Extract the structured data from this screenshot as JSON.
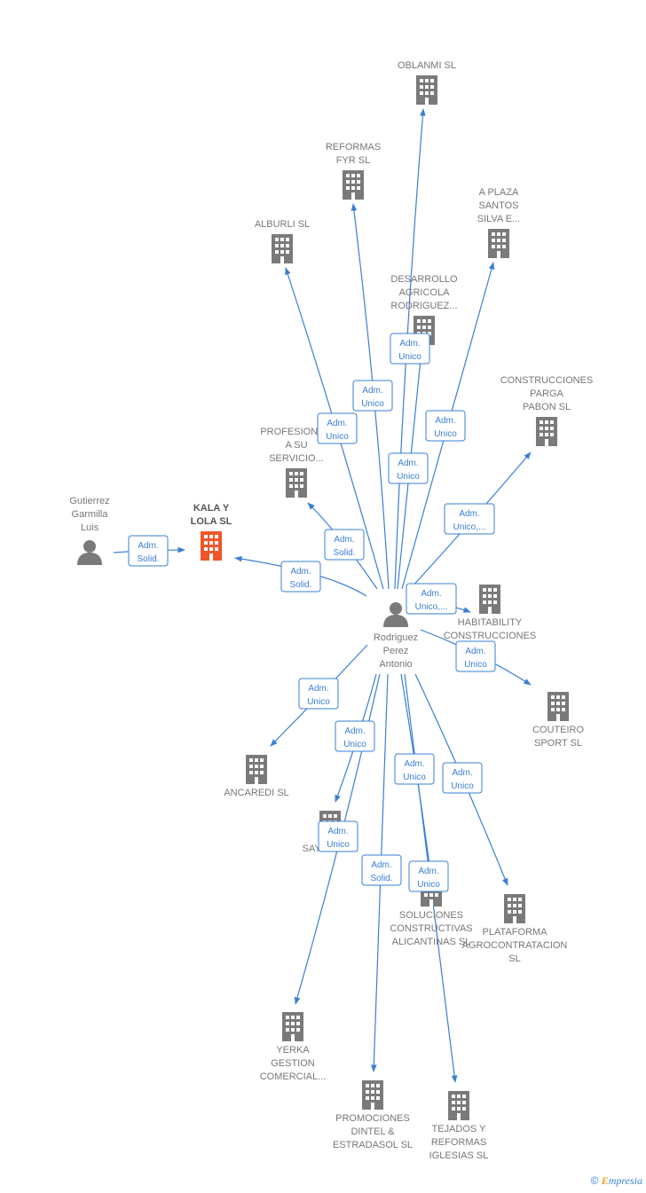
{
  "colors": {
    "edge": "#3a7fd5",
    "building": "#7a7a7a",
    "building_main": "#f0562a",
    "person": "#7a7a7a",
    "text": "#777777"
  },
  "nodes": [
    {
      "id": "oblanmi",
      "type": "company",
      "lines": [
        "OBLANMI  SL"
      ]
    },
    {
      "id": "reformas-fyr",
      "type": "company",
      "lines": [
        "REFORMAS",
        "FYR  SL"
      ]
    },
    {
      "id": "a-plaza",
      "type": "company",
      "lines": [
        "A PLAZA",
        "SANTOS",
        "SILVA E..."
      ]
    },
    {
      "id": "alburli",
      "type": "company",
      "lines": [
        "ALBURLI  SL"
      ]
    },
    {
      "id": "desarrollo",
      "type": "company",
      "lines": [
        "DESARROLLO",
        "AGRICOLA",
        "RODRIGUEZ..."
      ]
    },
    {
      "id": "construcciones-parga",
      "type": "company",
      "lines": [
        "CONSTRUCCIONES",
        "PARGA",
        "PABON SL"
      ]
    },
    {
      "id": "profesiona",
      "type": "company",
      "lines": [
        "PROFESIONA...",
        "A SU",
        "SERVICIO..."
      ]
    },
    {
      "id": "gutierrez",
      "type": "person",
      "lines": [
        "Gutierrez",
        "Garmilla",
        "Luis"
      ]
    },
    {
      "id": "kala-y-lola",
      "type": "company-main",
      "lines": [
        "KALA Y",
        "LOLA  SL"
      ]
    },
    {
      "id": "habitability",
      "type": "company",
      "lines": [
        "HABITABILITY",
        "CONSTRUCCIONES"
      ]
    },
    {
      "id": "rodriguez",
      "type": "person",
      "lines": [
        "Rodriguez",
        "Perez",
        "Antonio"
      ]
    },
    {
      "id": "couteiro",
      "type": "company",
      "lines": [
        "COUTEIRO",
        "SPORT  SL"
      ]
    },
    {
      "id": "ancaredi",
      "type": "company",
      "lines": [
        "ANCAREDI  SL"
      ]
    },
    {
      "id": "sayedia",
      "type": "company",
      "lines": [
        "SAYEDIA  SL"
      ]
    },
    {
      "id": "soluciones",
      "type": "company",
      "lines": [
        "SOLUCIONES",
        "CONSTRUCTIVAS",
        "ALICANTINAS SL"
      ]
    },
    {
      "id": "plataforma",
      "type": "company",
      "lines": [
        "PLATAFORMA",
        "AGROCONTRATACION",
        "SL"
      ]
    },
    {
      "id": "yerka",
      "type": "company",
      "lines": [
        "YERKA",
        "GESTION",
        "COMERCIAL..."
      ]
    },
    {
      "id": "promociones",
      "type": "company",
      "lines": [
        "PROMOCIONES",
        "DINTEL &",
        "ESTRADASOL SL"
      ]
    },
    {
      "id": "tejados",
      "type": "company",
      "lines": [
        "TEJADOS Y",
        "REFORMAS",
        "IGLESIAS  SL"
      ]
    }
  ],
  "edges": [
    {
      "from": "gutierrez",
      "to": "kala-y-lola",
      "label": [
        "Adm.",
        "Solid."
      ]
    },
    {
      "from": "rodriguez",
      "to": "kala-y-lola",
      "label": [
        "Adm.",
        "Solid."
      ]
    },
    {
      "from": "rodriguez",
      "to": "profesiona",
      "label": [
        "Adm.",
        "Solid."
      ]
    },
    {
      "from": "rodriguez",
      "to": "alburli",
      "label": [
        "Adm.",
        "Unico"
      ]
    },
    {
      "from": "rodriguez",
      "to": "reformas-fyr",
      "label": [
        "Adm.",
        "Unico"
      ]
    },
    {
      "from": "rodriguez",
      "to": "oblanmi",
      "label": [
        "Adm.",
        "Unico"
      ]
    },
    {
      "from": "rodriguez",
      "to": "desarrollo",
      "label": [
        "Adm.",
        "Unico"
      ]
    },
    {
      "from": "rodriguez",
      "to": "a-plaza",
      "label": [
        "Adm.",
        "Unico"
      ]
    },
    {
      "from": "rodriguez",
      "to": "construcciones-parga",
      "label": [
        "Adm.",
        "Unico,..."
      ]
    },
    {
      "from": "rodriguez",
      "to": "habitability",
      "label": [
        "Adm.",
        "Unico,..."
      ]
    },
    {
      "from": "rodriguez",
      "to": "couteiro",
      "label": [
        "Adm.",
        "Unico"
      ]
    },
    {
      "from": "rodriguez",
      "to": "ancaredi",
      "label": [
        "Adm.",
        "Unico"
      ]
    },
    {
      "from": "rodriguez",
      "to": "sayedia",
      "label": [
        "Adm.",
        "Unico"
      ]
    },
    {
      "from": "rodriguez",
      "to": "yerka",
      "label": [
        "Adm.",
        "Unico"
      ]
    },
    {
      "from": "rodriguez",
      "to": "promociones",
      "label": [
        "Adm.",
        "Solid."
      ]
    },
    {
      "from": "rodriguez",
      "to": "soluciones",
      "label": [
        "Adm.",
        "Unico"
      ]
    },
    {
      "from": "rodriguez",
      "to": "tejados",
      "label": [
        "Adm.",
        "Unico"
      ]
    },
    {
      "from": "rodriguez",
      "to": "plataforma",
      "label": [
        "Adm.",
        "Unico"
      ]
    }
  ],
  "footer": {
    "copyright_symbol": "©",
    "brand_first": "E",
    "brand_rest": "mpresia"
  }
}
